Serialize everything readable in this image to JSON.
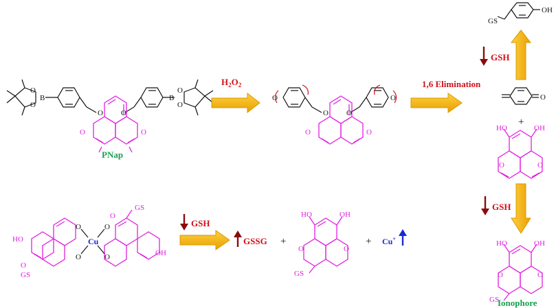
{
  "colors": {
    "arrow": "#f5b800",
    "arrow_edge": "#d89a00",
    "magenta": "#e020e0",
    "red_label": "#d0101a",
    "dark_red_arrow": "#8b0a0a",
    "green_label": "#18a050",
    "blue": "#1a2ad0",
    "bond": "#111111"
  },
  "labels": {
    "pnap": "PNap",
    "h2o2_main": "H",
    "h2o2_sub1": "2",
    "h2o2_o": "O",
    "h2o2_sub2": "2",
    "elimination": "1,6 Elimination",
    "gsh_top": "GSH",
    "gsh_mid": "GSH",
    "gsh_bottom_left": "GSH",
    "gssg": "GSSG",
    "cu_plus": "Cu",
    "cu_charge": "+",
    "ionophore": "Ionophore",
    "plus": "+"
  },
  "atoms": {
    "O": "O",
    "B": "B",
    "OH": "OH",
    "HO": "HO",
    "GS": "GS",
    "Cu": "Cu",
    "O_radical": "O"
  }
}
